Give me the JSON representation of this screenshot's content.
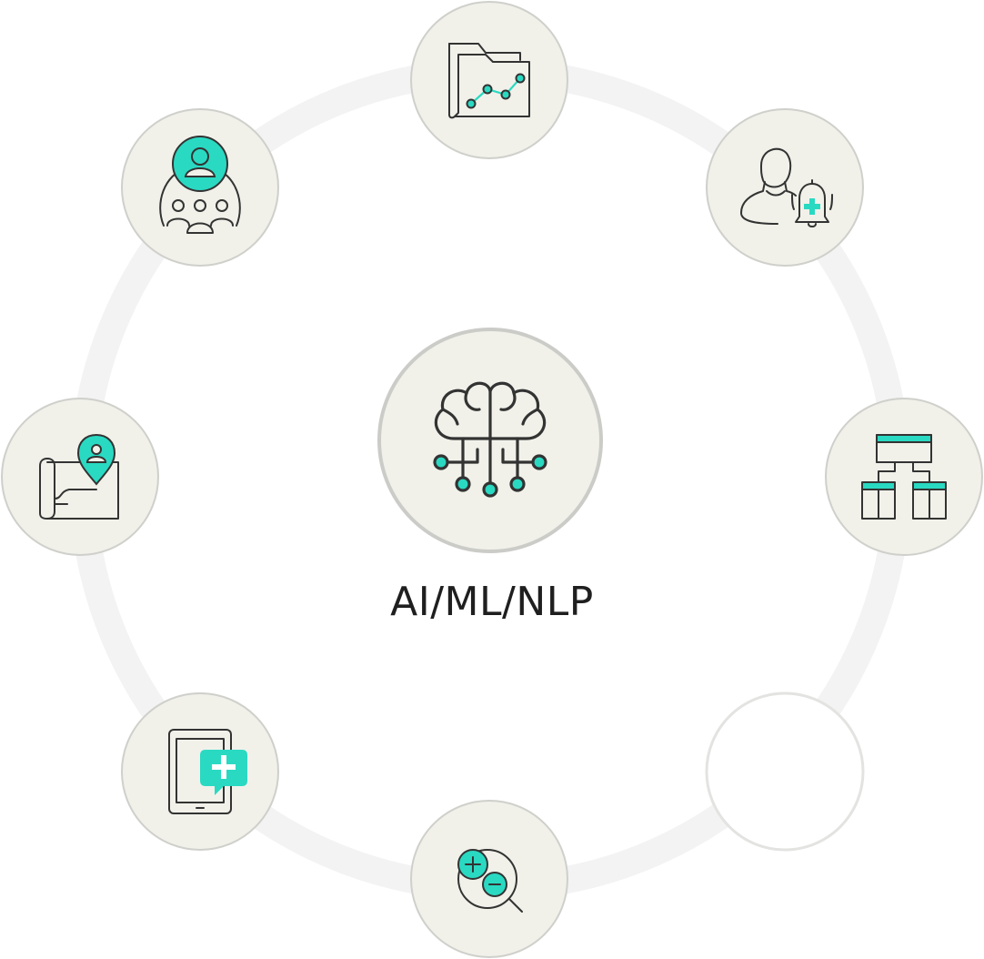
{
  "center": {
    "label": "AI/ML/NLP",
    "icon": "brain-circuit-icon"
  },
  "nodes": [
    {
      "id": "top",
      "icon": "folder-chart-icon",
      "empty": false
    },
    {
      "id": "top-right",
      "icon": "patient-alert-bell-icon",
      "empty": false
    },
    {
      "id": "right",
      "icon": "org-chart-icon",
      "empty": false
    },
    {
      "id": "bottom-right",
      "icon": "",
      "empty": true
    },
    {
      "id": "bottom",
      "icon": "zoom-in-out-icon",
      "empty": false
    },
    {
      "id": "bottom-left",
      "icon": "tablet-medical-chat-icon",
      "empty": false
    },
    {
      "id": "left",
      "icon": "map-location-pin-icon",
      "empty": false
    },
    {
      "id": "top-left",
      "icon": "user-group-icon",
      "empty": false
    }
  ],
  "colors": {
    "accent": "#2ad9c2",
    "node_fill": "#f1f1ea",
    "node_stroke": "#cfcfcb",
    "ring": "#f3f3f3",
    "icon_stroke": "#333333",
    "label": "#1f1f1f"
  }
}
